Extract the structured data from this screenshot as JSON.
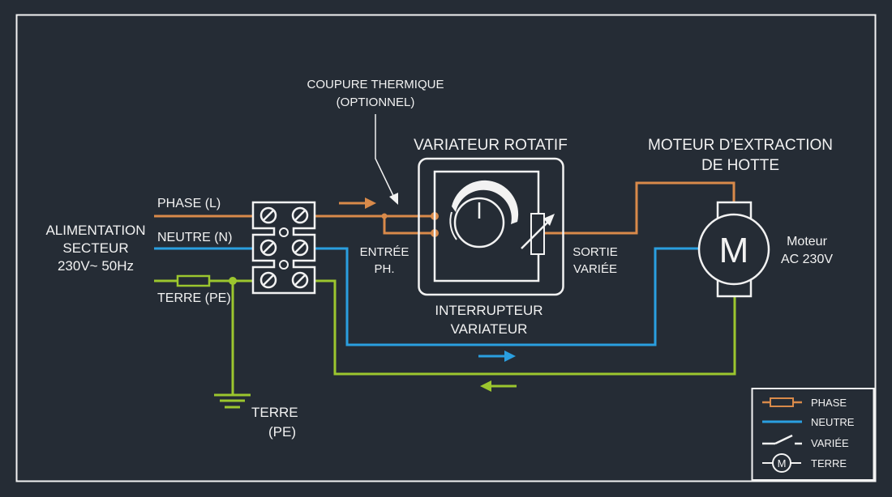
{
  "colors": {
    "background": "#252c35",
    "frame": "#f2f2f2",
    "phase": "#d98a4a",
    "neutre": "#2a9fe0",
    "terre": "#9cc62e",
    "text": "#f2f2f2"
  },
  "source": {
    "title_line1": "ALIMENTATION",
    "title_line2": "SECTEUR",
    "title_line3": "230V~ 50Hz",
    "phase_label": "PHASE (L)",
    "neutre_label": "NEUTRE (N)",
    "terre_label": "TERRE (PE)"
  },
  "thermal_cutout": {
    "line1": "COUPURE THERMIQUE",
    "line2": "(OPTIONNEL)"
  },
  "dimmer": {
    "title": "VARIATEUR ROTATIF",
    "input_line1": "ENTRÉE",
    "input_line2": "PH.",
    "output_line1": "SORTIE",
    "output_line2": "VARIÉE",
    "caption_line1": "INTERRUPTEUR",
    "caption_line2": "VARIATEUR"
  },
  "motor": {
    "title_line1": "MOTEUR D’EXTRACTION",
    "title_line2": "DE HOTTE",
    "symbol": "M",
    "desc_line1": "Moteur",
    "desc_line2": "AC 230V"
  },
  "ground": {
    "line1": "TERRE",
    "line2": "(PE)"
  },
  "legend": {
    "items": [
      {
        "icon": "fuse-symbol-icon",
        "label": "PHASE"
      },
      {
        "icon": "line-symbol-icon",
        "label": "NEUTRE"
      },
      {
        "icon": "switch-symbol-icon",
        "label": "VARIÉE"
      },
      {
        "icon": "motor-symbol-icon",
        "label": "TERRE"
      }
    ]
  }
}
